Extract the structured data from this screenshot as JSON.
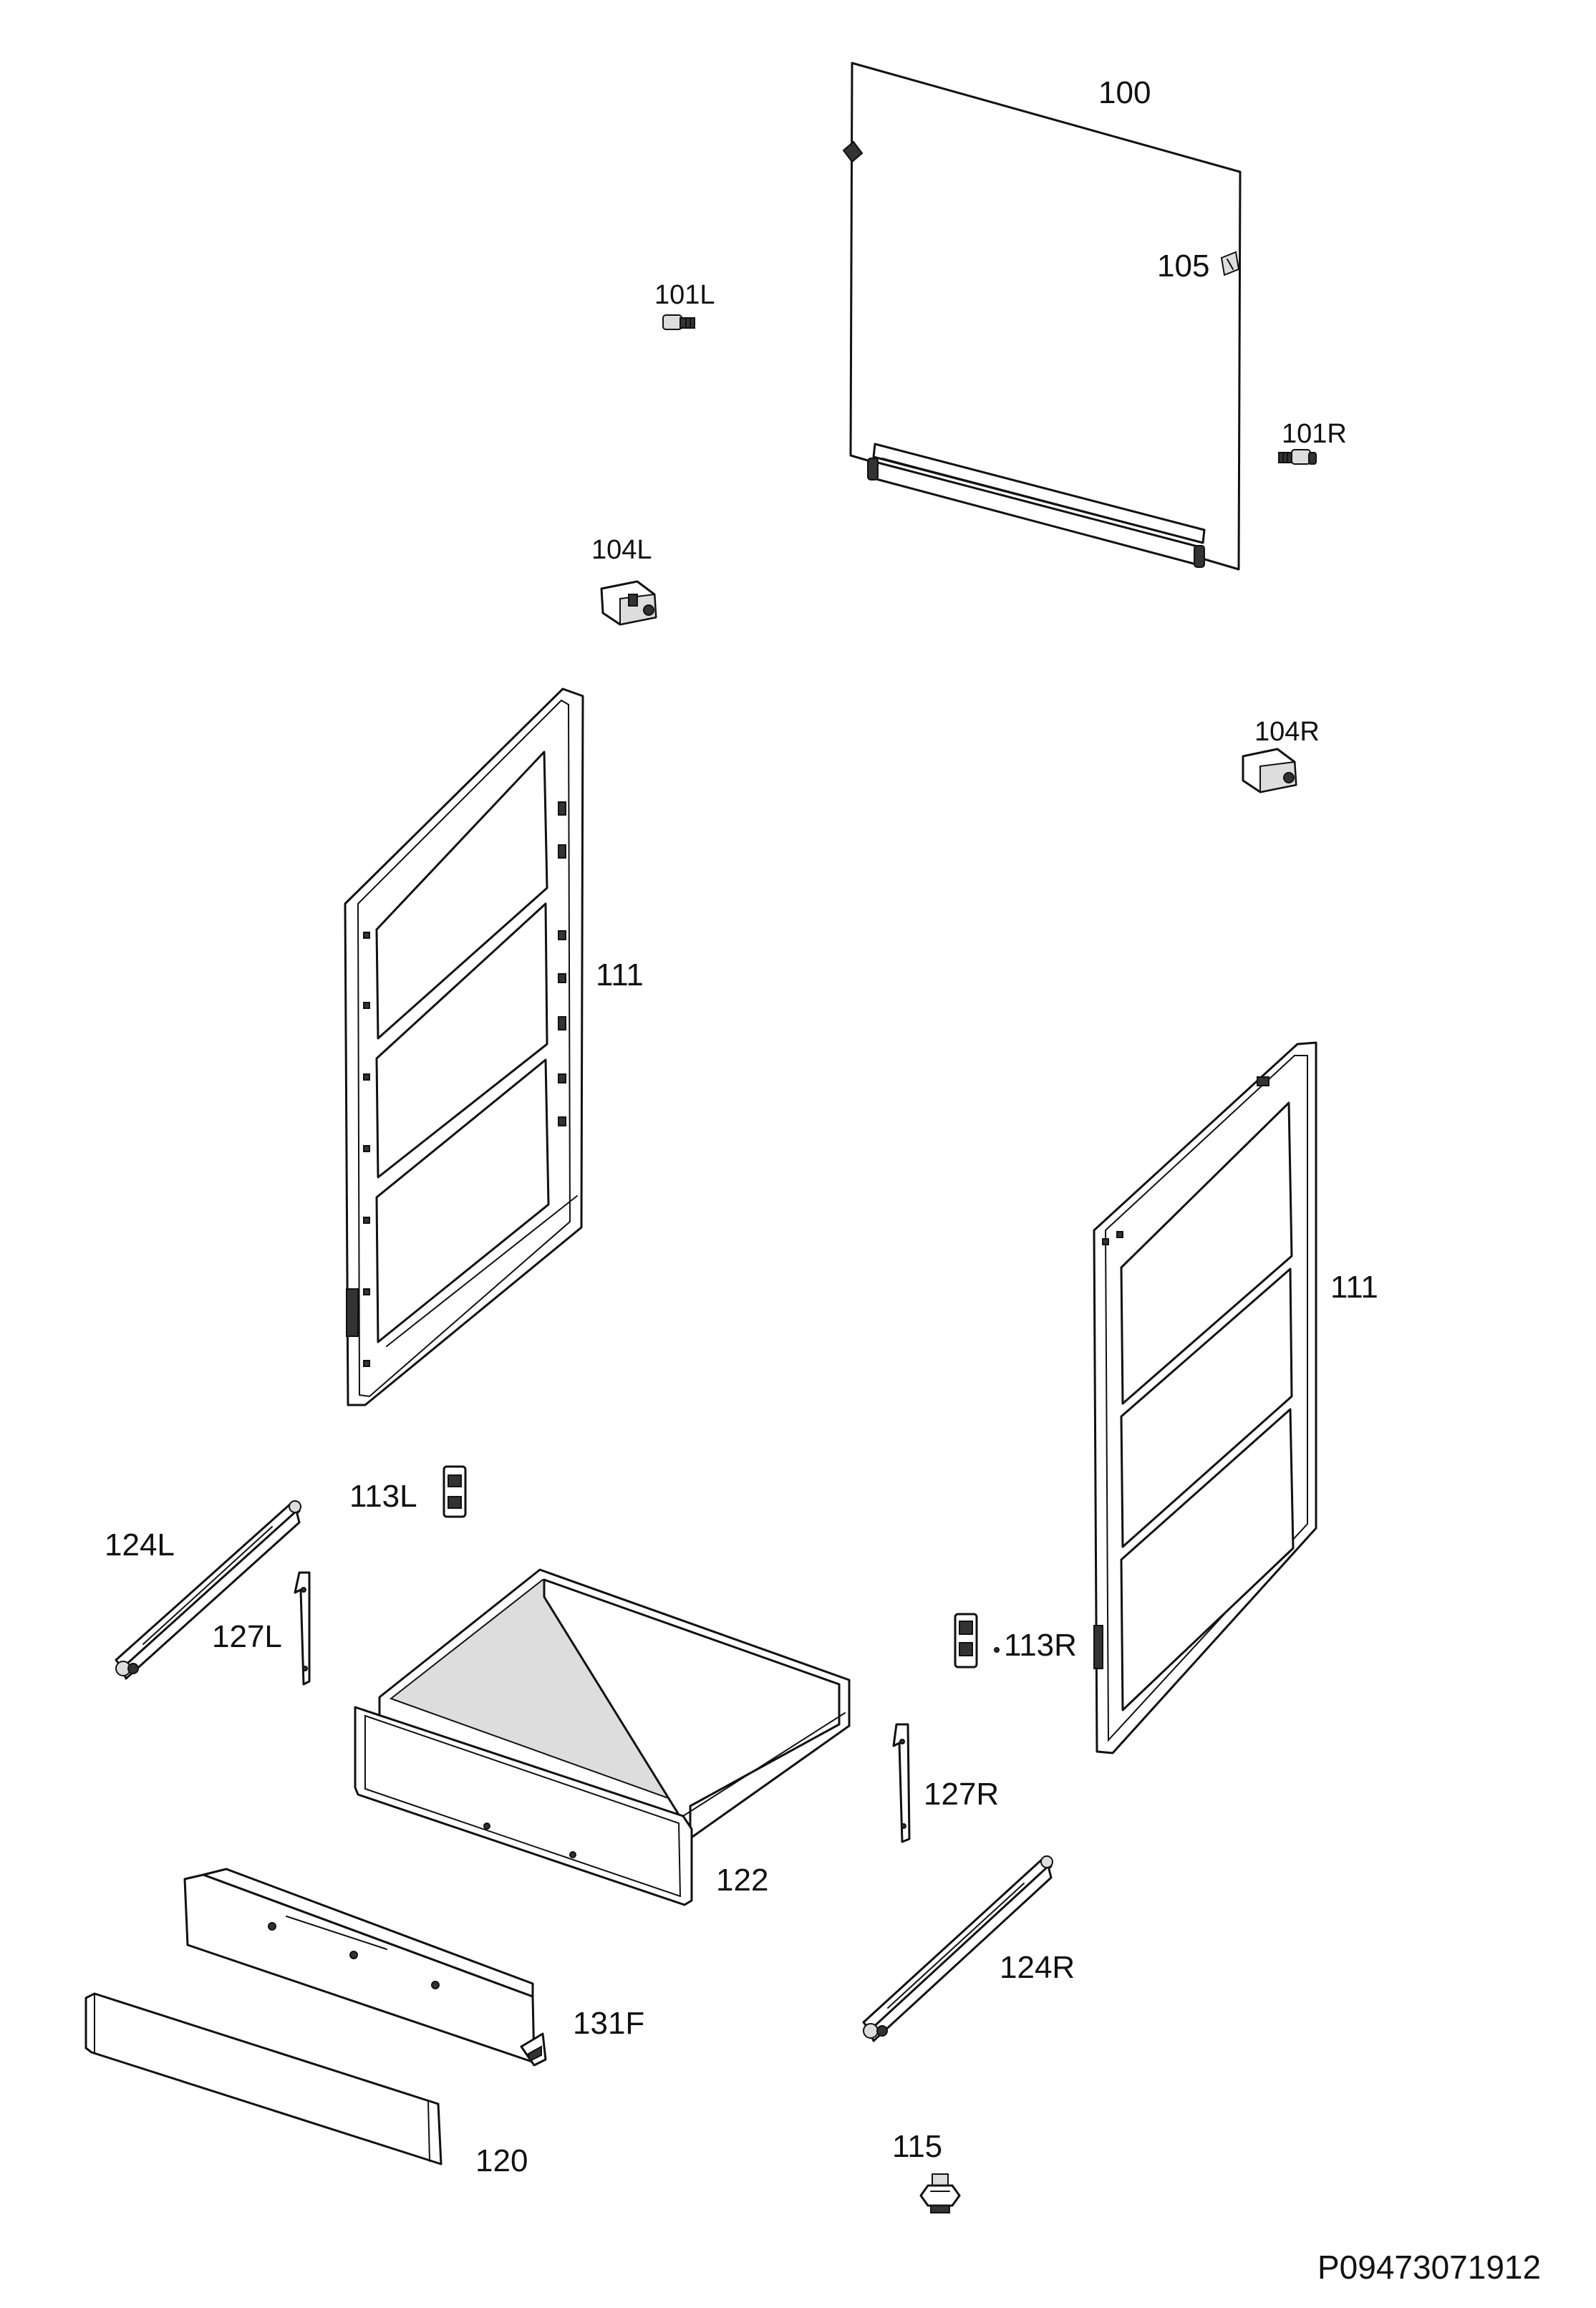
{
  "labels": {
    "p100": "100",
    "p105": "105",
    "p101L": "101L",
    "p101R": "101R",
    "p104L": "104L",
    "p104R": "104R",
    "p111_left": "111",
    "p111_right": "111",
    "p113L": "113L",
    "p113R": "113R",
    "p124L": "124L",
    "p124R": "124R",
    "p127L": "127L",
    "p127R": "127R",
    "p122": "122",
    "p131F": "131F",
    "p120": "120",
    "p115": "115"
  },
  "diagram_code": "P09473071912"
}
